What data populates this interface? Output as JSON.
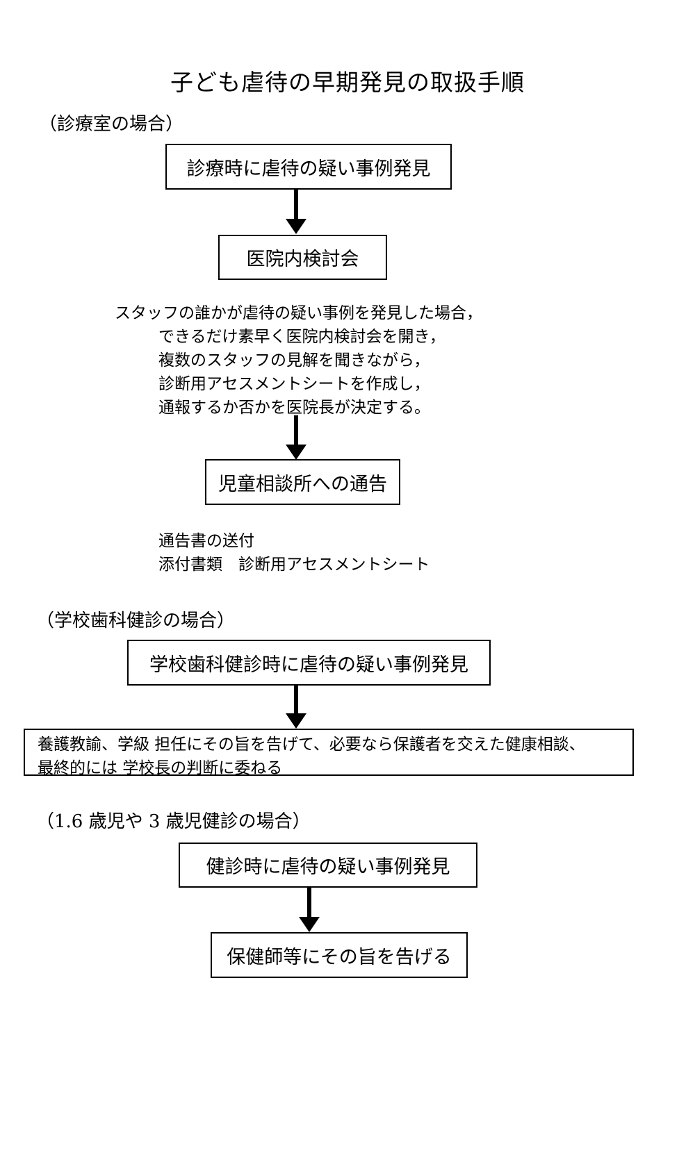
{
  "title": "子ども虐待の早期発見の取扱手順",
  "clinic": {
    "heading": "（診療室の場合）",
    "box1": "診療時に虐待の疑い事例発見",
    "box2": "医院内検討会",
    "notes": [
      "スタッフの誰かが虐待の疑い事例を発見した場合，",
      "できるだけ素早く医院内検討会を開き，",
      "複数のスタッフの見解を聞きながら，",
      "診断用アセスメントシートを作成し，",
      "通報するか否かを医院長が決定する。"
    ],
    "box3": "児童相談所への通告",
    "after": [
      "通告書の送付",
      "添付書類　診断用アセスメントシート"
    ]
  },
  "school": {
    "heading": "（学校歯科健診の場合）",
    "box1": "学校歯科健診時に虐待の疑い事例発見",
    "box2_lines": [
      "養護教諭、学級 担任にその旨を告げて、必要なら保護者を交えた健康相談、",
      "最終的には 学校長の判断に委ねる"
    ]
  },
  "checkup": {
    "heading": "（1.6 歳児や 3 歳児健診の場合）",
    "box1": "健診時に虐待の疑い事例発見",
    "box2": "保健師等にその旨を告げる"
  }
}
